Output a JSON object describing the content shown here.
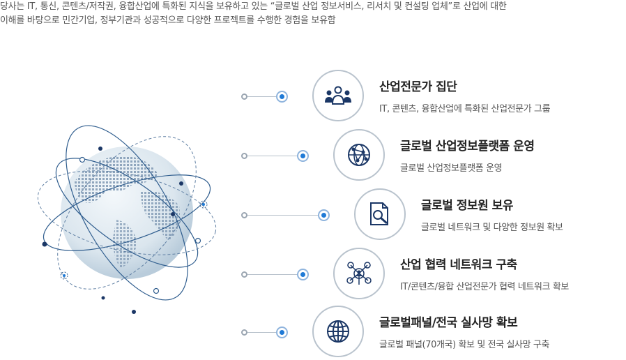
{
  "intro": {
    "line1": "당사는 IT, 통신, 콘텐츠/저작권, 융합산업에 특화된 지식을 보유하고 있는 “글로벌 산업 정보서비스, 리서치 및 컨설팅 업체”로 산업에 대한",
    "line2": "이해를 바탕으로 민간기업, 정부기관과 성공적으로 다양한 프로젝트를 수행한 경험을 보유함"
  },
  "colors": {
    "accent": "#1f7ad6",
    "navy": "#1b3766",
    "line": "#b7c1cb"
  },
  "features": [
    {
      "icon": "people-group-icon",
      "title": "산업전문가 집단",
      "desc": "IT, 콘텐츠, 융합산업에 특화된 산업전문가 그룹"
    },
    {
      "icon": "global-network-icon",
      "title": "글로벌 산업정보플랫폼 운영",
      "desc": "글로벌 산업정보플랫폼 운영"
    },
    {
      "icon": "document-search-icon",
      "title": "글로벌 정보원 보유",
      "desc": "글로벌 네트워크 및 다양한 정보원 확보"
    },
    {
      "icon": "network-people-icon",
      "title": "산업 협력 네트워크 구축",
      "desc": "IT/콘텐츠/융합 산업전문가 협력 네트워크 확보"
    },
    {
      "icon": "globe-icon",
      "title": "글로벌패널/전국 실사망 확보",
      "desc": "글로벌 패널(70개국) 확보 및 전국 실사망 구축"
    }
  ]
}
